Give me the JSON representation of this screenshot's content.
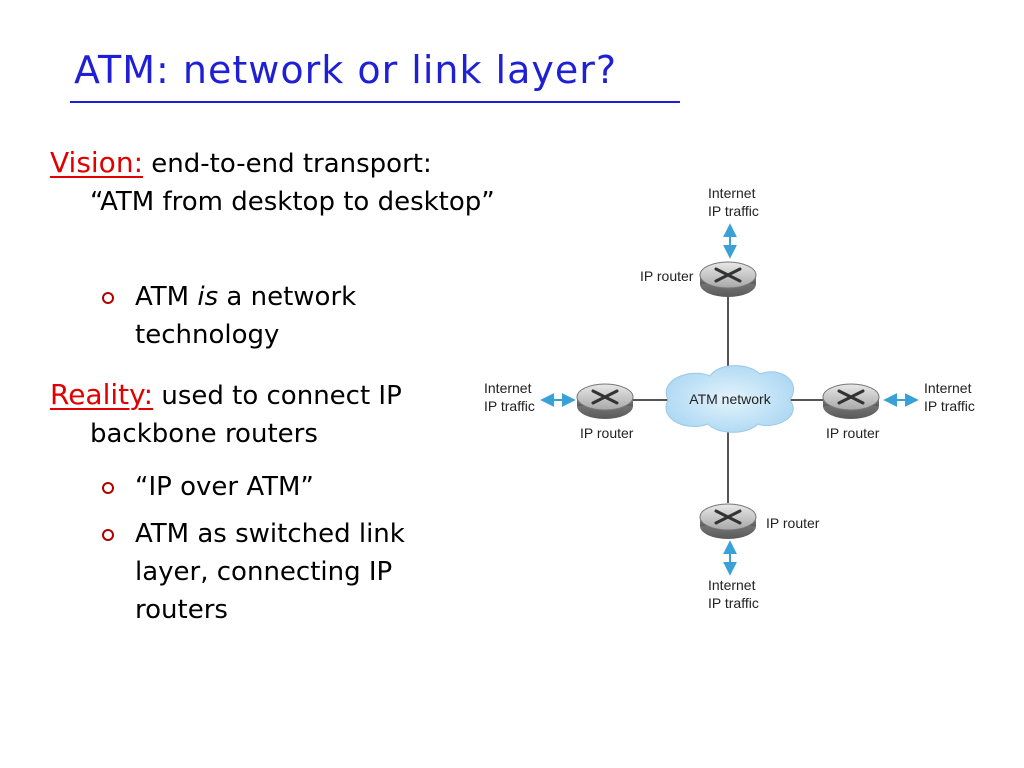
{
  "slide": {
    "title": "ATM:  network or link layer?"
  },
  "vision": {
    "lead": "Vision:",
    "text": "end-to-end transport: “ATM from desktop to desktop”",
    "bullets": [
      {
        "pre": "ATM ",
        "em": "is",
        "post": " a network technology"
      }
    ]
  },
  "reality": {
    "lead": "Reality:",
    "text": "used to connect IP backbone routers",
    "bullets": [
      {
        "text": "“IP over ATM”"
      },
      {
        "text": "ATM as switched link layer, connecting IP routers"
      }
    ]
  },
  "diagram": {
    "atm_network": "ATM network",
    "router_label": "IP router",
    "traffic_line1": "Internet",
    "traffic_line2": "IP traffic"
  },
  "colors": {
    "title": "#1f1fd6",
    "lead": "#e00000",
    "arrow": "#3aa0d8",
    "cloud": "#bfe3f7"
  }
}
